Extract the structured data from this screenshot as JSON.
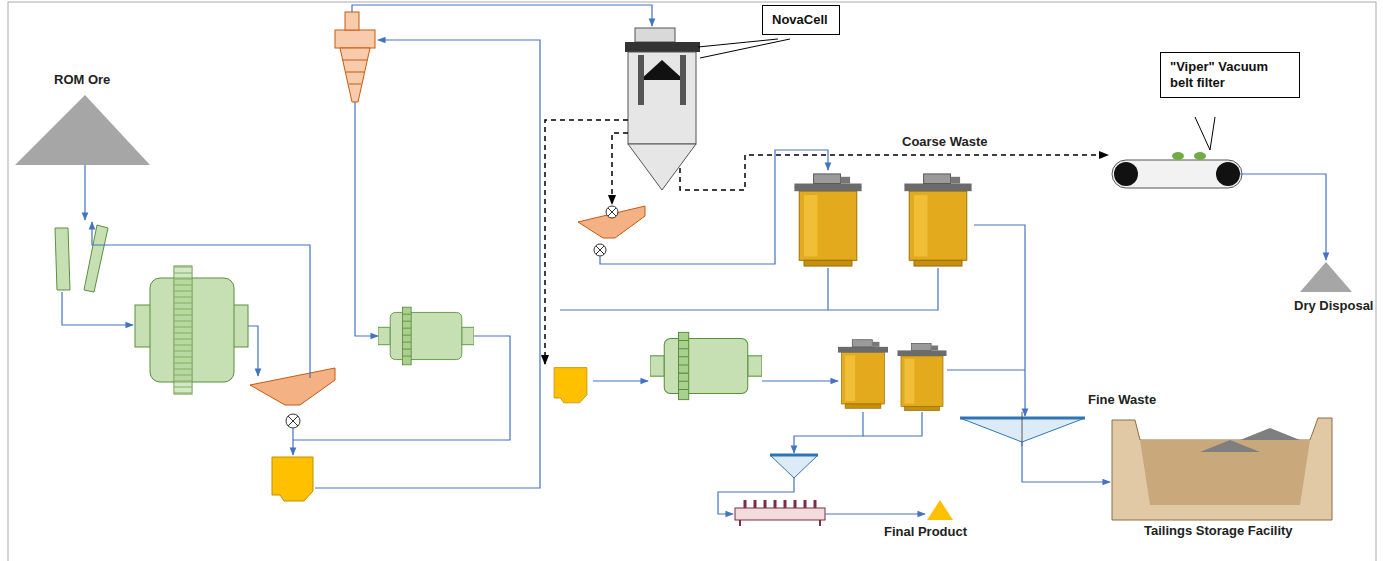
{
  "diagram": {
    "nodes": [
      {
        "text": [
          "NovaCell"
        ]
      },
      {
        "text": [
          "\"Viper\" Vacuum belt filter"
        ]
      }
    ],
    "labels": [
      "ROM Ore",
      "Coarse Waste",
      "Dry Disposal",
      "Fine Waste",
      "Final Product",
      "Tailings Storage Facility"
    ]
  }
}
